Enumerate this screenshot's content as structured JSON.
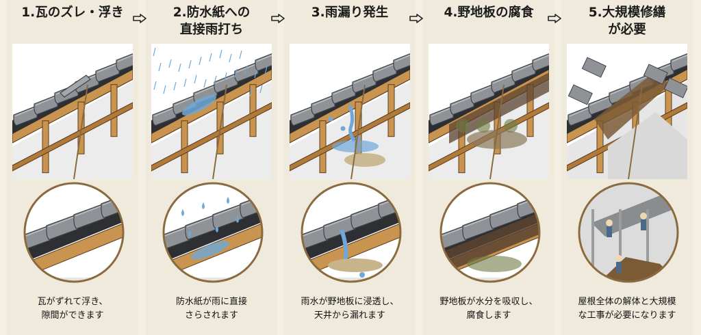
{
  "steps": [
    {
      "title_lines": [
        "1.瓦のズレ・浮き"
      ],
      "caption_lines": [
        "瓦がずれて浮き、",
        "隙間ができます"
      ]
    },
    {
      "title_lines": [
        "2.防水紙への",
        "直接雨打ち"
      ],
      "caption_lines": [
        "防水紙が雨に直接",
        "さらされます"
      ]
    },
    {
      "title_lines": [
        "3.雨漏り発生"
      ],
      "caption_lines": [
        "雨水が野地板に浸透し、",
        "天井から漏れます"
      ]
    },
    {
      "title_lines": [
        "4.野地板の腐食"
      ],
      "caption_lines": [
        "野地板が水分を吸収し、",
        "腐食します"
      ]
    },
    {
      "title_lines": [
        "5.大規模修繕",
        "が必要"
      ],
      "caption_lines": [
        "屋根全体の解体と大規模",
        "な工事が必要になります"
      ]
    }
  ],
  "colors": {
    "background": "#f3efe3",
    "tile": "#8f9397",
    "wood": "#c9944f",
    "membrane": "#2e2f33",
    "water": "#6fa8d8",
    "rot": "#5a4330",
    "stain": "#c8b48a",
    "leader": "#8a6a3e"
  }
}
